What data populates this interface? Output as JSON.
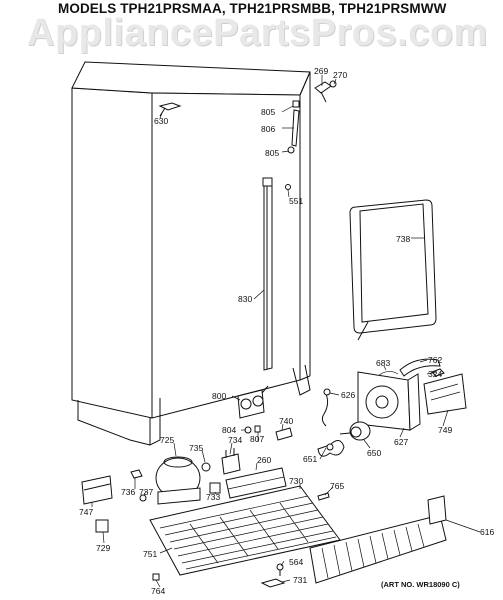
{
  "header": {
    "models": "MODELS TPH21PRSMAA, TPH21PRSMBB, TPH21PRSMWW",
    "watermark": "AppliancePartsPros.com"
  },
  "parts": {
    "p269": "269",
    "p270": "270",
    "p630": "630",
    "p805a": "805",
    "p806": "806",
    "p805b": "805",
    "p551": "551",
    "p738": "738",
    "p830": "830",
    "p762": "762",
    "p683": "683",
    "p324": "324",
    "p800": "800",
    "p626": "626",
    "p749": "749",
    "p740": "740",
    "p804": "804",
    "p627": "627",
    "p725": "725",
    "p735": "735",
    "p734": "734",
    "p807": "807",
    "p651": "651",
    "p650": "650",
    "p260": "260",
    "p736": "736",
    "p737": "737",
    "p733": "733",
    "p730": "730",
    "p765": "765",
    "p747": "747",
    "p616": "616",
    "p729": "729",
    "p751": "751",
    "p564": "564",
    "p764": "764",
    "p731": "731"
  },
  "footer": {
    "art_no": "(ART NO. WR18090 C)"
  }
}
